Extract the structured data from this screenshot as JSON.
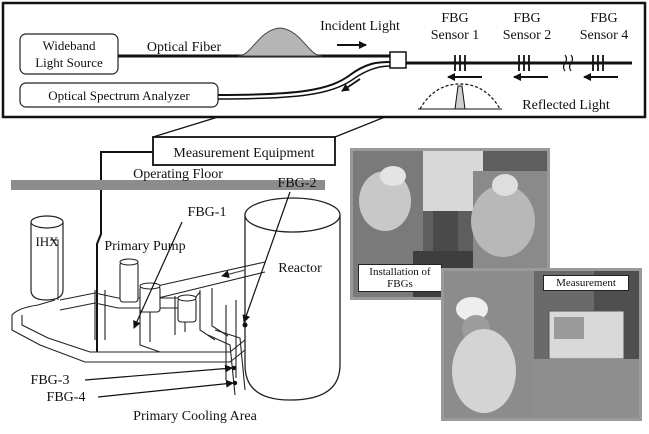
{
  "top_panel": {
    "source_label_line1": "Wideband",
    "source_label_line2": "Light Source",
    "fiber_label": "Optical Fiber",
    "incident_label": "Incident Light",
    "analyzer_label": "Optical Spectrum Analyzer",
    "reflected_label": "Reflected Light",
    "sensors": [
      {
        "line1": "FBG",
        "line2": "Sensor 1"
      },
      {
        "line1": "FBG",
        "line2": "Sensor 2"
      },
      {
        "line1": "FBG",
        "line2": "Sensor 4"
      }
    ]
  },
  "plant": {
    "measurement_equipment": "Measurement Equipment",
    "operating_floor": "Operating Floor",
    "ihx": "IHX",
    "primary_pump": "Primary Pump",
    "reactor": "Reactor",
    "fbg1": "FBG-1",
    "fbg2": "FBG-2",
    "fbg3": "FBG-3",
    "fbg4": "FBG-4",
    "area": "Primary Cooling Area"
  },
  "photos": {
    "installation_line1": "Installation of",
    "installation_line2": "FBGs",
    "measurement": "Measurement"
  }
}
